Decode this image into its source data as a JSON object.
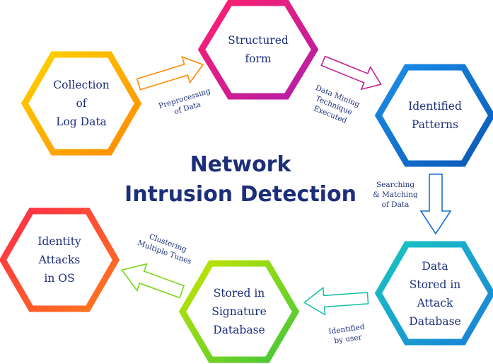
{
  "title": {
    "line1": "Network",
    "line2": "Intrusion Detection"
  },
  "nodes": [
    {
      "label": "Collection\nof\nLog Data",
      "color_start": "#ffd400",
      "color_end": "#ff8a00"
    },
    {
      "label": "Structured\nform",
      "color_start": "#ff1f6e",
      "color_end": "#b21ea8"
    },
    {
      "label": "Identified\nPatterns",
      "color_start": "#1a8fe8",
      "color_end": "#0b57b5"
    },
    {
      "label": "Data\nStored in\nAttack\nDatabase",
      "color_start": "#18c7c0",
      "color_end": "#1b7fd9"
    },
    {
      "label": "Stored in\nSignature\nDatabase",
      "color_start": "#c7e600",
      "color_end": "#3fc63a"
    },
    {
      "label": "Identity\nAttacks\nin OS",
      "color_start": "#ff2a4a",
      "color_end": "#ff7a1a"
    }
  ],
  "edges": [
    {
      "label": "Preprocessing\nof Data",
      "color": "#ff8a00"
    },
    {
      "label": "Data Mining\nTechnique\nExecuted",
      "color": "#c21f8f"
    },
    {
      "label": "Searching\n& Matching\nof Data",
      "color": "#1a6fd2"
    },
    {
      "label": "Identified\nby user",
      "color": "#1fc0a8"
    },
    {
      "label": "Clustering\nMultiple Tunes",
      "color": "#7bd61a"
    }
  ]
}
